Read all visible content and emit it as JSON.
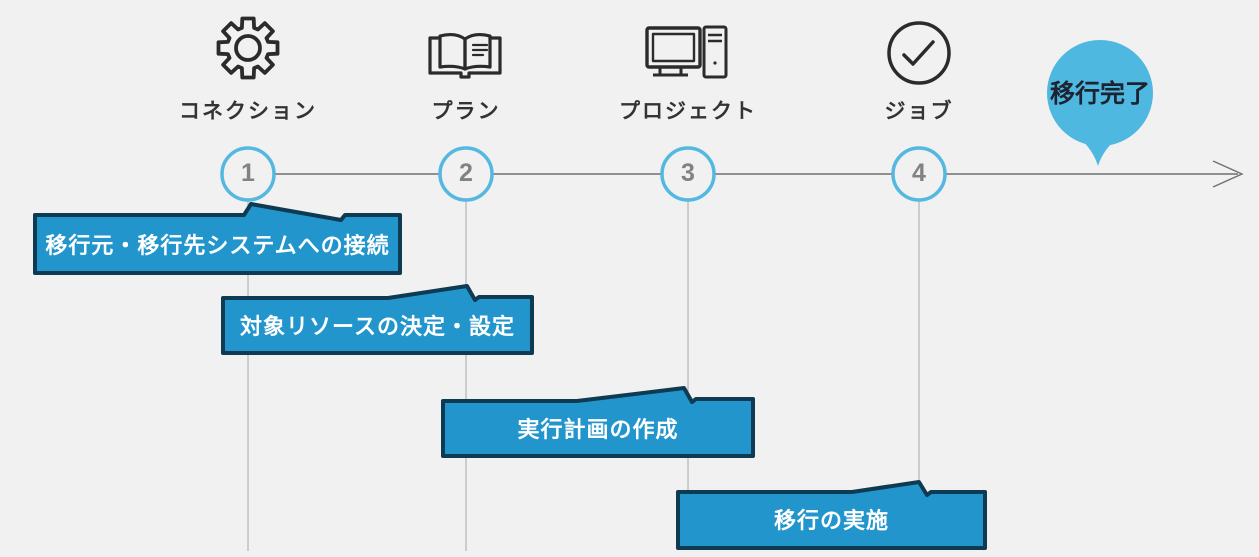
{
  "diagram": {
    "title": "migration-process-timeline",
    "stages": [
      {
        "number": "1",
        "label": "コネクション",
        "icon": "gear-icon",
        "banner": "移行元・移行先システムへの接続"
      },
      {
        "number": "2",
        "label": "プラン",
        "icon": "book-icon",
        "banner": "対象リソースの決定・設定"
      },
      {
        "number": "3",
        "label": "プロジェクト",
        "icon": "computer-icon",
        "banner": "実行計画の作成"
      },
      {
        "number": "4",
        "label": "ジョブ",
        "icon": "check-circle-icon",
        "banner": "移行の実施"
      }
    ],
    "completion": {
      "label": "移行完了"
    },
    "colors": {
      "background": "#f1f1f1",
      "banner_fill": "#2296cc",
      "banner_border": "#0e3a52",
      "banner_text": "#ffffff",
      "bubble_fill": "#4fb8e0",
      "bubble_text": "#1b2430",
      "step_circle_stroke": "#54b8e0",
      "step_number": "#828282",
      "timeline_line": "#6f6f6f",
      "drop_line": "#b5b5b5",
      "icon_stroke": "#2b2b2b",
      "stage_label": "#333333"
    }
  }
}
